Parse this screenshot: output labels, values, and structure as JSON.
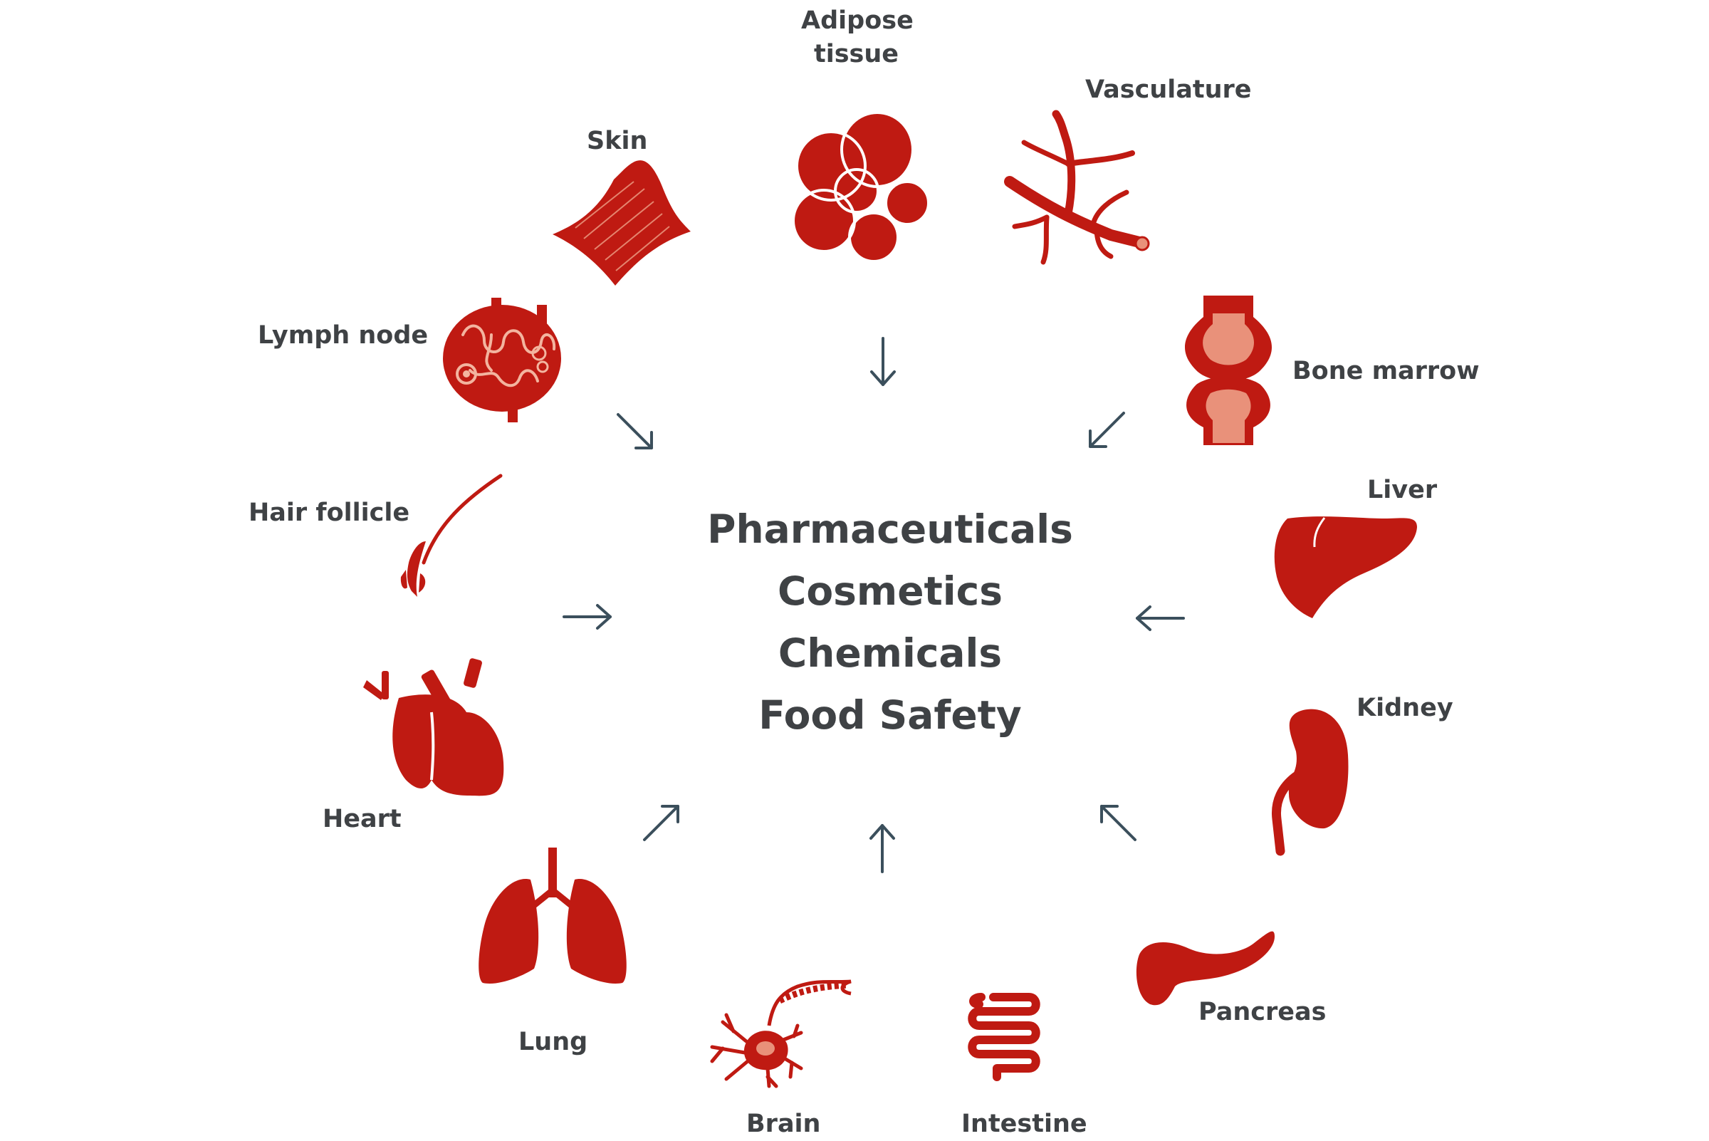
{
  "center_items": [
    "Pharmaceuticals",
    "Cosmetics",
    "Chemicals",
    "Food Safety"
  ],
  "organs": {
    "adipose": "Adipose\ntissue",
    "vasculature": "Vasculature",
    "skin": "Skin",
    "lymph": "Lymph node",
    "bone": "Bone marrow",
    "hair": "Hair follicle",
    "liver": "Liver",
    "kidney": "Kidney",
    "heart": "Heart",
    "lung": "Lung",
    "pancreas": "Pancreas",
    "brain": "Brain",
    "intestine": "Intestine"
  },
  "colors": {
    "organ": "#bf1a12",
    "organ_light": "#e9917a",
    "arrow": "#3b4f5c",
    "text": "#3f4245"
  }
}
